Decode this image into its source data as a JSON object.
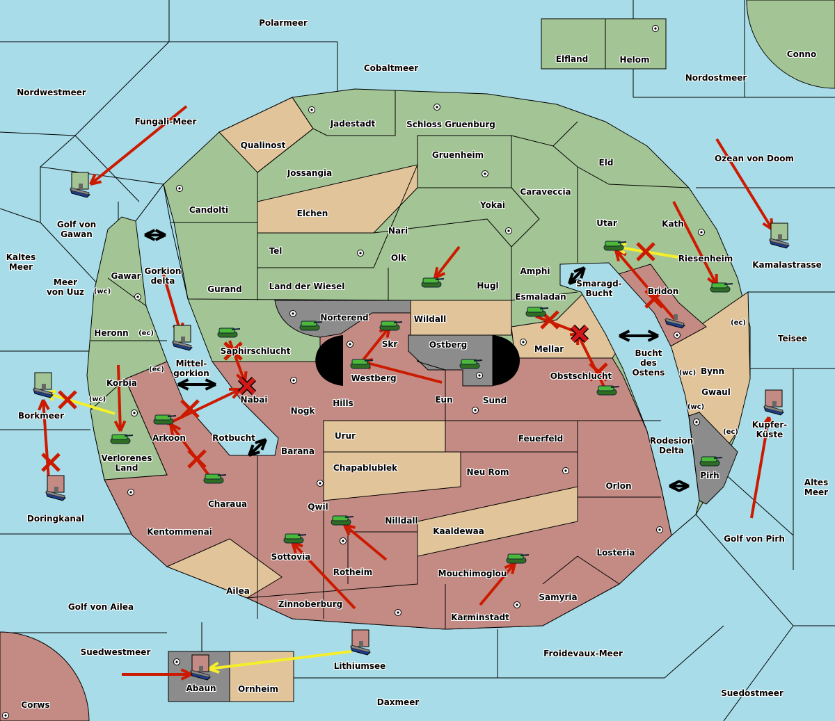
{
  "colors": {
    "sea": "#a8dce8",
    "green_power": "#a3c495",
    "tan_power": "#e2c49a",
    "rose_power": "#c48b84",
    "grey_power": "#8c8c8c",
    "move_order": "#cc1a00",
    "support_order": "#f5ee2a",
    "convoy_link": "#000000"
  },
  "territories": [
    "Polarmeer",
    "Cobaltmeer",
    "Elfland",
    "Helom",
    "Conno",
    "Nordostmeer",
    "Nordwestmeer",
    "Fungali-Meer",
    "Jadestadt",
    "Schloss Gruenburg",
    "Qualinost",
    "Gruenheim",
    "Eld",
    "Ozean von Doom",
    "Jossangia",
    "Caraveccia",
    "Candolti",
    "Elchen",
    "Yokai",
    "Golf von\nGawan",
    "Utar",
    "Kath",
    "Nari",
    "Tel",
    "Olk",
    "Riesenheim",
    "Kamalastrasse",
    "Kaltes\nMeer",
    "Gawar",
    "Gorkion\ndelta",
    "Meer\nvon Uuz",
    "Gurand",
    "Land der Wiesel",
    "Hugl",
    "Amphi",
    "Smaragd-\nBucht",
    "Bridon",
    "Esmaladan",
    "Heronn",
    "Norterend",
    "Wildall",
    "Teisee",
    "Skr",
    "Ostberg",
    "Mellar",
    "Saphirschlucht",
    "Mittel-\ngorkion",
    "Bucht\ndes\nOstens",
    "Bynn",
    "Westberg",
    "Obstschlucht",
    "Korbia",
    "Gwaul",
    "Nabai",
    "Hills",
    "Eun",
    "Sund",
    "Borkmeer",
    "Nogk",
    "Kupfer-\nKüste",
    "Urur",
    "Feuerfeld",
    "Arkoon",
    "Rotbucht",
    "Rodesion\nDelta",
    "Barana",
    "Verlorenes\nLand",
    "Chapablublek",
    "Neu Rom",
    "Pirh",
    "Orlon",
    "Altes\nMeer",
    "Charaua",
    "Qwil",
    "Doringkanal",
    "Nilldall",
    "Kentommenai",
    "Kaaldewaa",
    "Golf von Pirh",
    "Losteria",
    "Sottovia",
    "Rotheim",
    "Mouchimoglou",
    "Ailea",
    "Samyria",
    "Zinnoberburg",
    "Golf von Ailea",
    "Karminstadt",
    "Suedwestmeer",
    "Froidevaux-Meer",
    "Lithiumsee",
    "Abaun",
    "Ornheim",
    "Suedostmeer",
    "Daxmeer",
    "Corws"
  ],
  "coasts": [
    "(wc)",
    "(ec)",
    "(ec)",
    "(wc)",
    "(ec)",
    "(wc)",
    "(wc)",
    "(ec)"
  ],
  "unit_types": {
    "army": "tank-icon",
    "fleet": "ship-icon"
  },
  "supply_center_icon": "supply-center-dot-icon"
}
